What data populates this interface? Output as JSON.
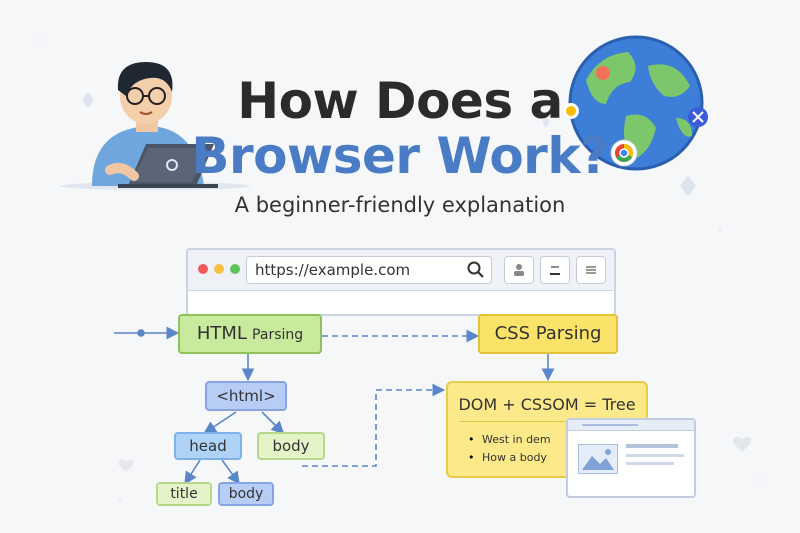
{
  "title_line1": "How Does a",
  "title_line2": "Browser Work?",
  "subtitle": "A beginner-friendly explanation",
  "browser": {
    "url": "https://example.com",
    "search_icon": "search-icon",
    "buttons": [
      "user-icon",
      "minimize-icon",
      "menu-icon"
    ],
    "dot_colors": [
      "#f05a5a",
      "#f7c144",
      "#5fc35c"
    ]
  },
  "diagram": {
    "html_parsing": {
      "prefix": "HTML",
      "suffix": "Parsing"
    },
    "css_parsing": "CSS Parsing",
    "html_tag": "<html>",
    "head": "head",
    "body": "body",
    "title": "title",
    "body2": "body",
    "combine": "DOM + CSSOM = Tree",
    "bullets": [
      "West in dem",
      "How a body"
    ]
  },
  "colors": {
    "title_dark": "#2b2b2b",
    "title_blue": "#4a7cc6",
    "arrow": "#5b86c9"
  }
}
